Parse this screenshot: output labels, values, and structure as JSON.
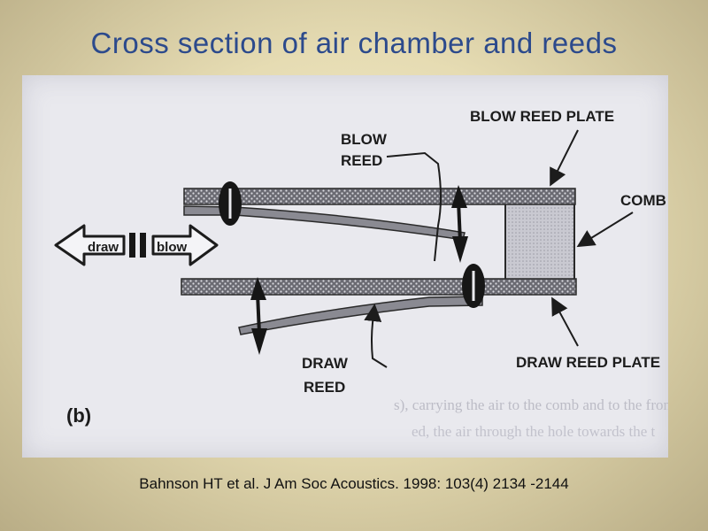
{
  "slide": {
    "title": "Cross section of air chamber and reeds",
    "citation": "Bahnson HT et al. J Am Soc Acoustics. 1998: 103(4) 2134 -2144"
  },
  "figure": {
    "labels": {
      "blow_reed_line1": "BLOW",
      "blow_reed_line2": "REED",
      "blow_reed_plate": "BLOW REED PLATE",
      "comb": "COMB",
      "draw": "draw",
      "blow": "blow",
      "draw_reed_line1": "DRAW",
      "draw_reed_line2": "REED",
      "draw_reed_plate": "DRAW REED PLATE",
      "panel": "(b)"
    },
    "ghost_text": [
      "s), carrying the air to the comb and to the front of",
      "ed, the air through the hole towards the t"
    ]
  }
}
